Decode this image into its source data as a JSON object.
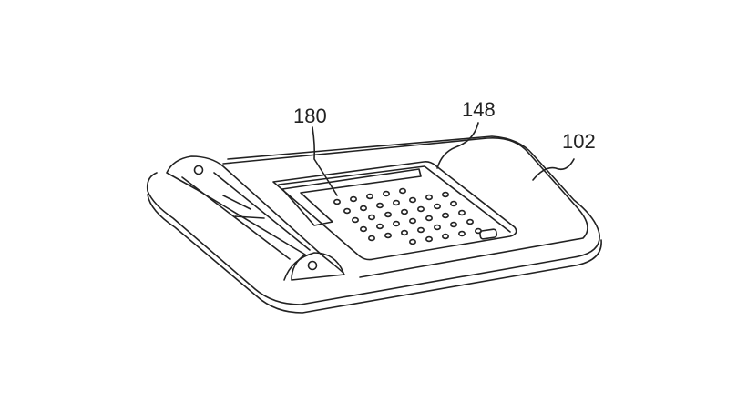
{
  "figure": {
    "labels": {
      "ref_180": "180",
      "ref_148": "148",
      "ref_102": "102"
    }
  }
}
